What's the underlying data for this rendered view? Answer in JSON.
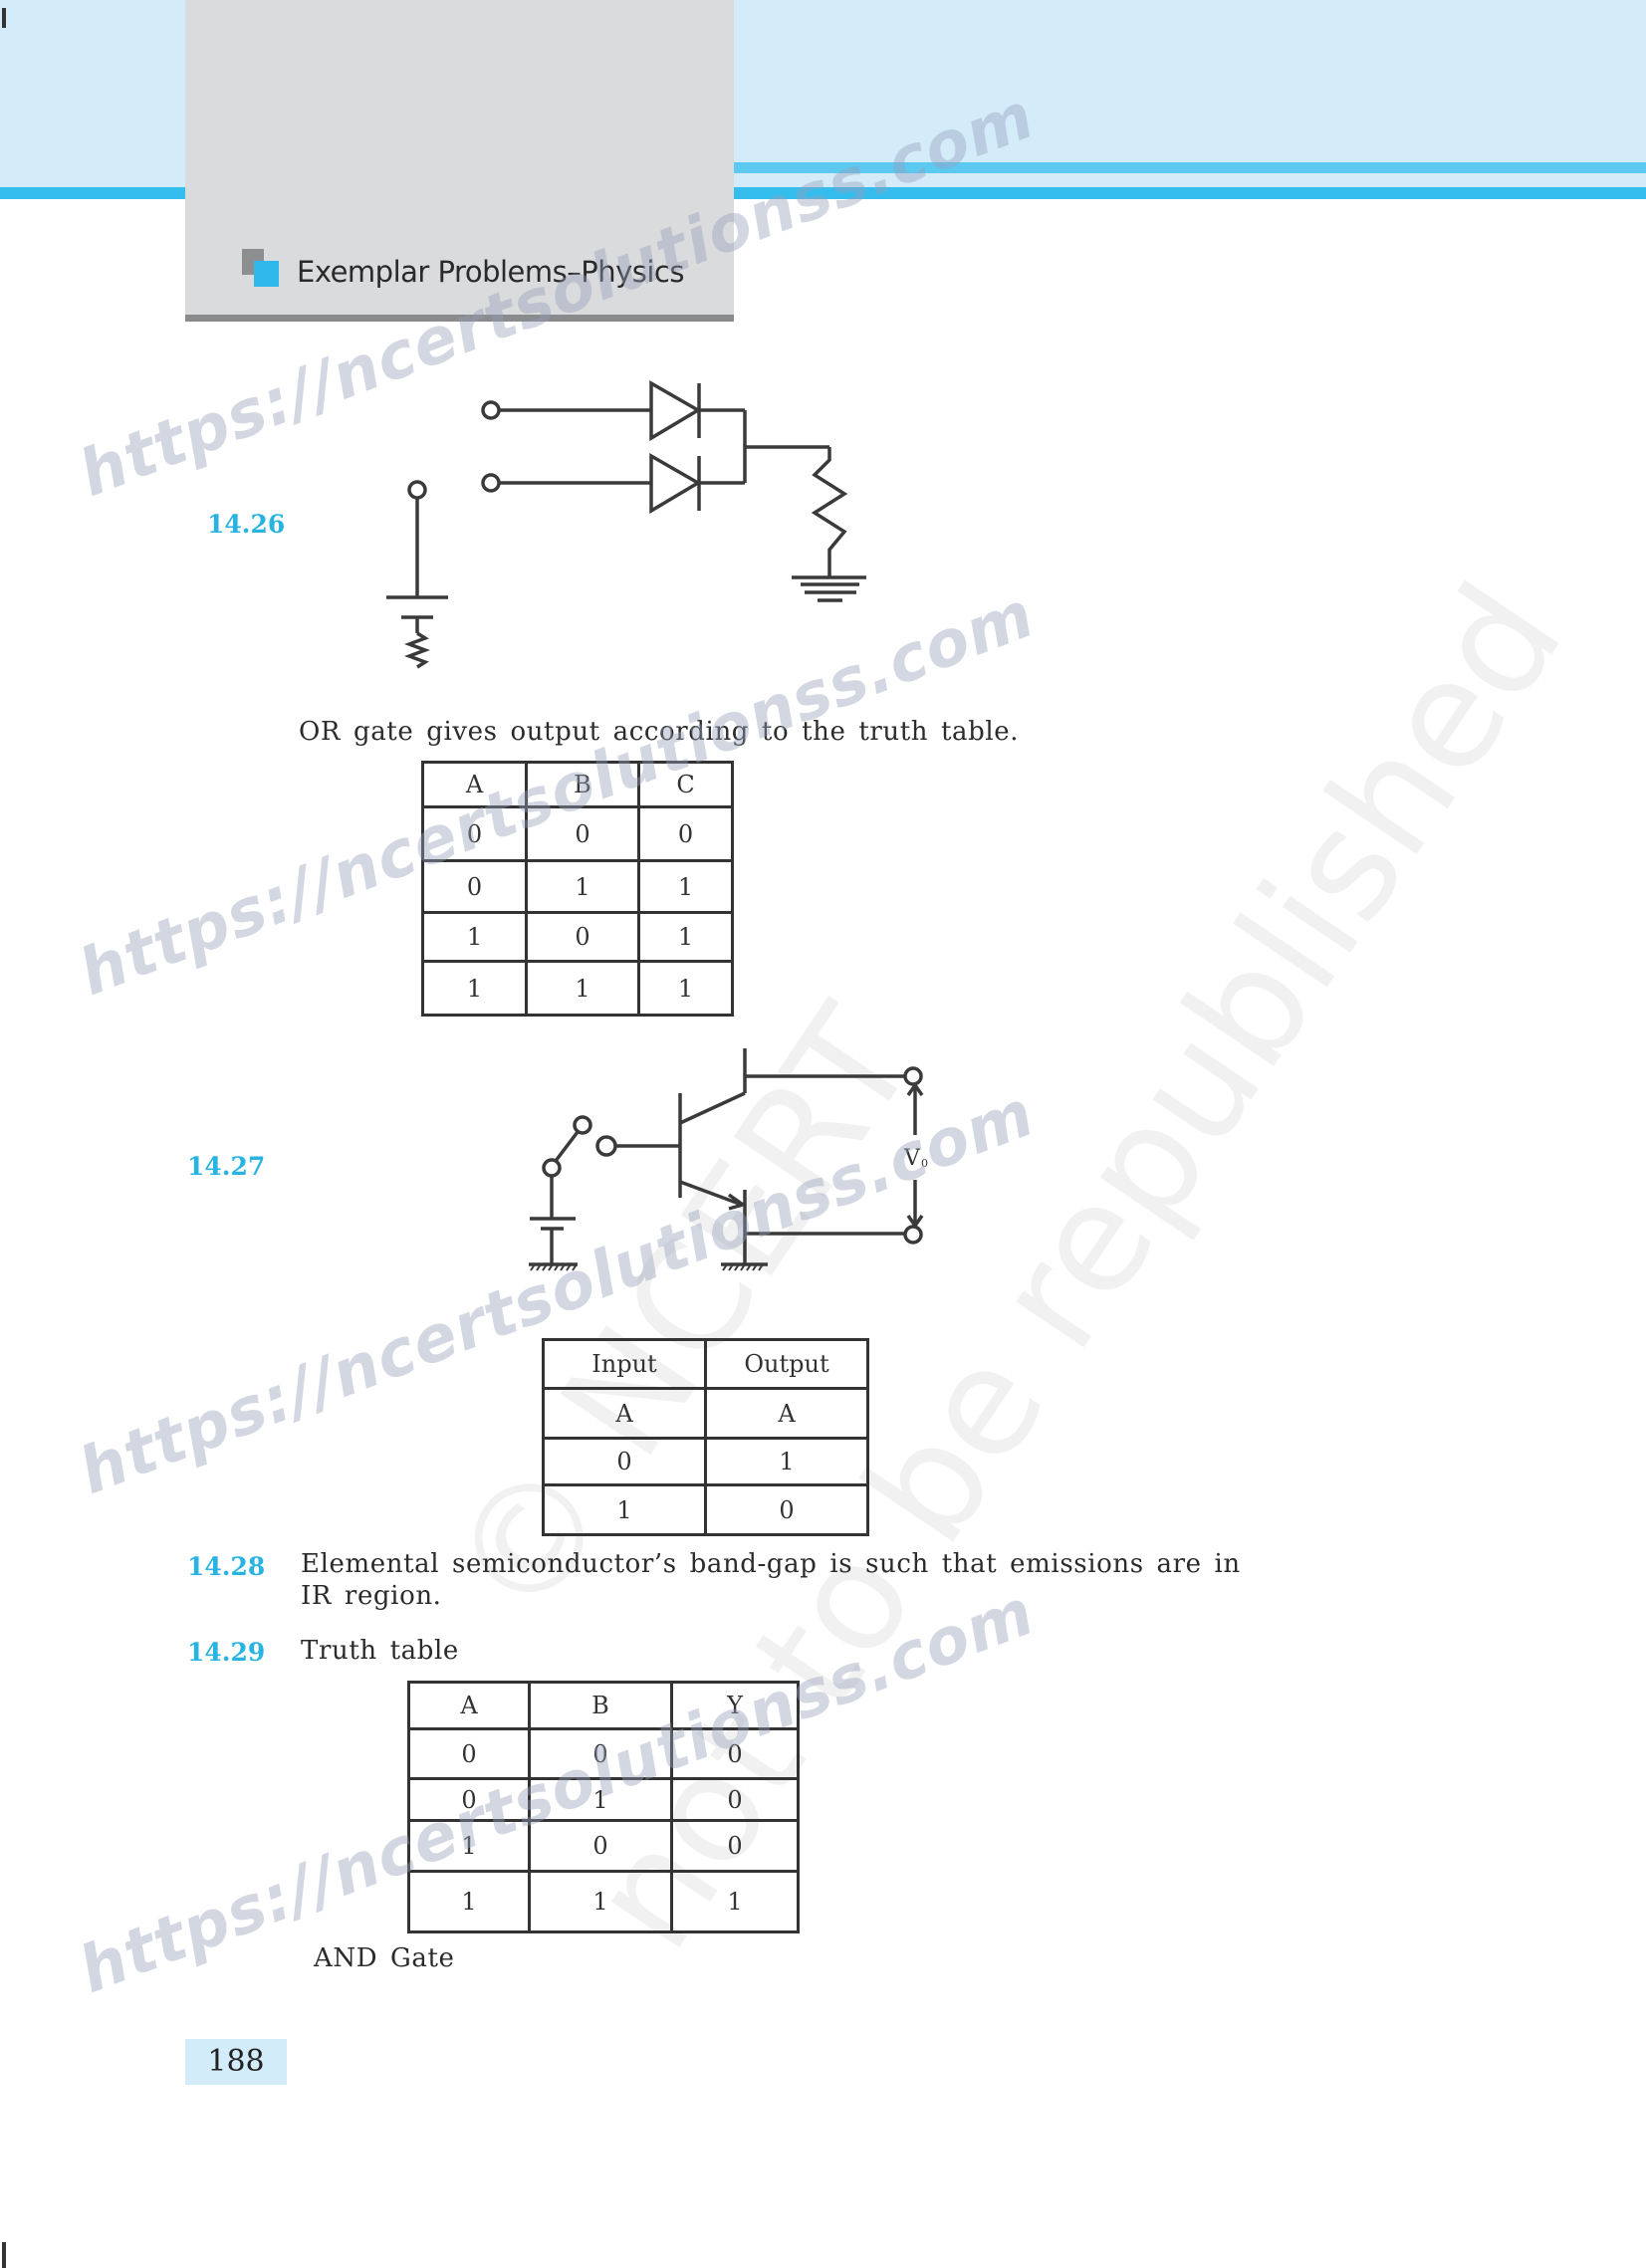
{
  "header": {
    "title": "Exemplar Problems–Physics",
    "colors": {
      "band": "#d4ecfa",
      "stripe": "#35bdee",
      "box": "#dadbdd",
      "icon": "#2fb8ec"
    }
  },
  "watermarks": {
    "site": "https://ncertsolutionss.com",
    "ncert_line1": "© NCERT",
    "ncert_line2": "not to be republished"
  },
  "q26": {
    "label": "14.26",
    "figure": "Diode OR gate circuit: two inputs through diodes to resistor and ground",
    "text": "OR gate gives output according to the truth table.",
    "table": {
      "headers": [
        "A",
        "B",
        "C"
      ],
      "rows": [
        [
          "0",
          "0",
          "0"
        ],
        [
          "0",
          "1",
          "1"
        ],
        [
          "1",
          "0",
          "1"
        ],
        [
          "1",
          "1",
          "1"
        ]
      ]
    }
  },
  "q27": {
    "label": "14.27",
    "figure": "Transistor NOT gate with switch, battery and output V0",
    "vout_label": "V",
    "vout_sub": "0",
    "table": {
      "headers": [
        "Input",
        "Output"
      ],
      "subheaders": [
        "A",
        "A"
      ],
      "rows": [
        [
          "0",
          "1"
        ],
        [
          "1",
          "0"
        ]
      ]
    }
  },
  "q28": {
    "label": "14.28",
    "line1": "Elemental semiconductor’s band-gap is such that emissions are in",
    "line2": "IR region."
  },
  "q29": {
    "label": "14.29",
    "text": "Truth table",
    "table": {
      "headers": [
        "A",
        "B",
        "Y"
      ],
      "rows": [
        [
          "0",
          "0",
          "0"
        ],
        [
          "0",
          "1",
          "0"
        ],
        [
          "1",
          "0",
          "0"
        ],
        [
          "1",
          "1",
          "1"
        ]
      ]
    },
    "caption": "AND Gate"
  },
  "footer": {
    "page_number": "188"
  }
}
